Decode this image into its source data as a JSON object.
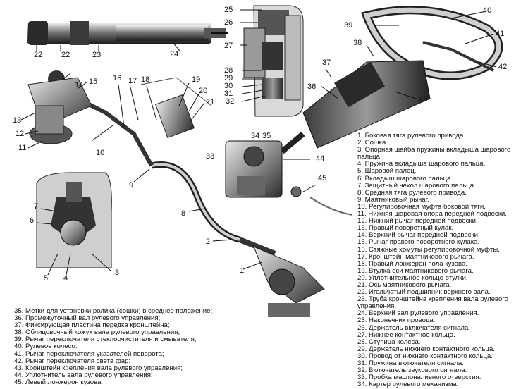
{
  "callouts": [
    "1",
    "2",
    "3",
    "4",
    "5",
    "6",
    "7",
    "8",
    "9",
    "10",
    "11",
    "12",
    "13",
    "14",
    "15",
    "16",
    "17",
    "18",
    "19",
    "20",
    "21",
    "22",
    "22",
    "23",
    "24",
    "25",
    "26",
    "27",
    "28",
    "29",
    "30",
    "31",
    "32",
    "33",
    "34",
    "35",
    "36",
    "37",
    "38",
    "39",
    "40",
    "41",
    "42",
    "43",
    "44",
    "45"
  ],
  "legend_right": [
    "1. Боковая тяга рулевого привода.",
    "2. Сошка.",
    "3. Опорная шайба пружины вкладыша шарового",
    "пальца.",
    "4. Пружина вкладыша шарового пальца.",
    "5. Шаровой палец.",
    "6. Вкладыш шарового пальца.",
    "7. Защитный чехол шарового пальца.",
    "8. Средняя тяга рулевого привода.",
    "9. Маятниковый рычаг.",
    "10. Регулировочная муфта боковой тяги.",
    "11. Нижняя шаровая опора передней подвески.",
    "12. Нижний рычаг передней подвески.",
    "13. Правый поворотный кулак.",
    "14. Верхний рычаг передней подвески.",
    "15. Рычаг правого поворотного кулака.",
    "16. Стяжные хомуты регулировочной муфты.",
    "17. Кронштейн маятникового рычага.",
    "18. Правый лонжерон пола кузова.",
    "19. Втулка оси маятникового рычага.",
    "20. Уплотнительное кольцо втулки.",
    "21. Ось маятникового рычага.",
    "22. Игольчатый подшипник верхнего вала.",
    "23. Труба кронштейна крепления вала рулевого",
    "управления.",
    "24. Верхний вал рулевого управления.",
    "25. Наконечник провода.",
    "26. Держатель включателя сигнала.",
    "27. Нижнее контактное кольцо.",
    "28. Ступица колеса.",
    "29. Держатель нижнего контактного кольца.",
    "30. Провод от нижнего контактного кольца.",
    "31. Пружина включателя сигнала.",
    "32. Включатель звукового сигнала.",
    "33. Пробка маслоналивного отверстия.",
    "34. Картер рулевого механизма."
  ],
  "legend_left": [
    "35. Метки для установки ролика (сошки) в среднее положение;",
    "36. Промежуточный вал рулевого управления;",
    "37. Фиксирующая пластина передка кронштейна;",
    "38. Облицовочный кожух вала рулевого управления;",
    "39. Рычаг переключателя стеклоочистителя и смывателя;",
    "40. Рулевое колесо:",
    "41. Рычаг переключателя указателей поворота;",
    "42. Рычаг переключателя света фар:",
    "43. Кронштейн крепления вала рулевого управления;",
    "44. Уплотнитель вала рулевого управления:",
    "45. Левый лонжерон кузова:"
  ]
}
